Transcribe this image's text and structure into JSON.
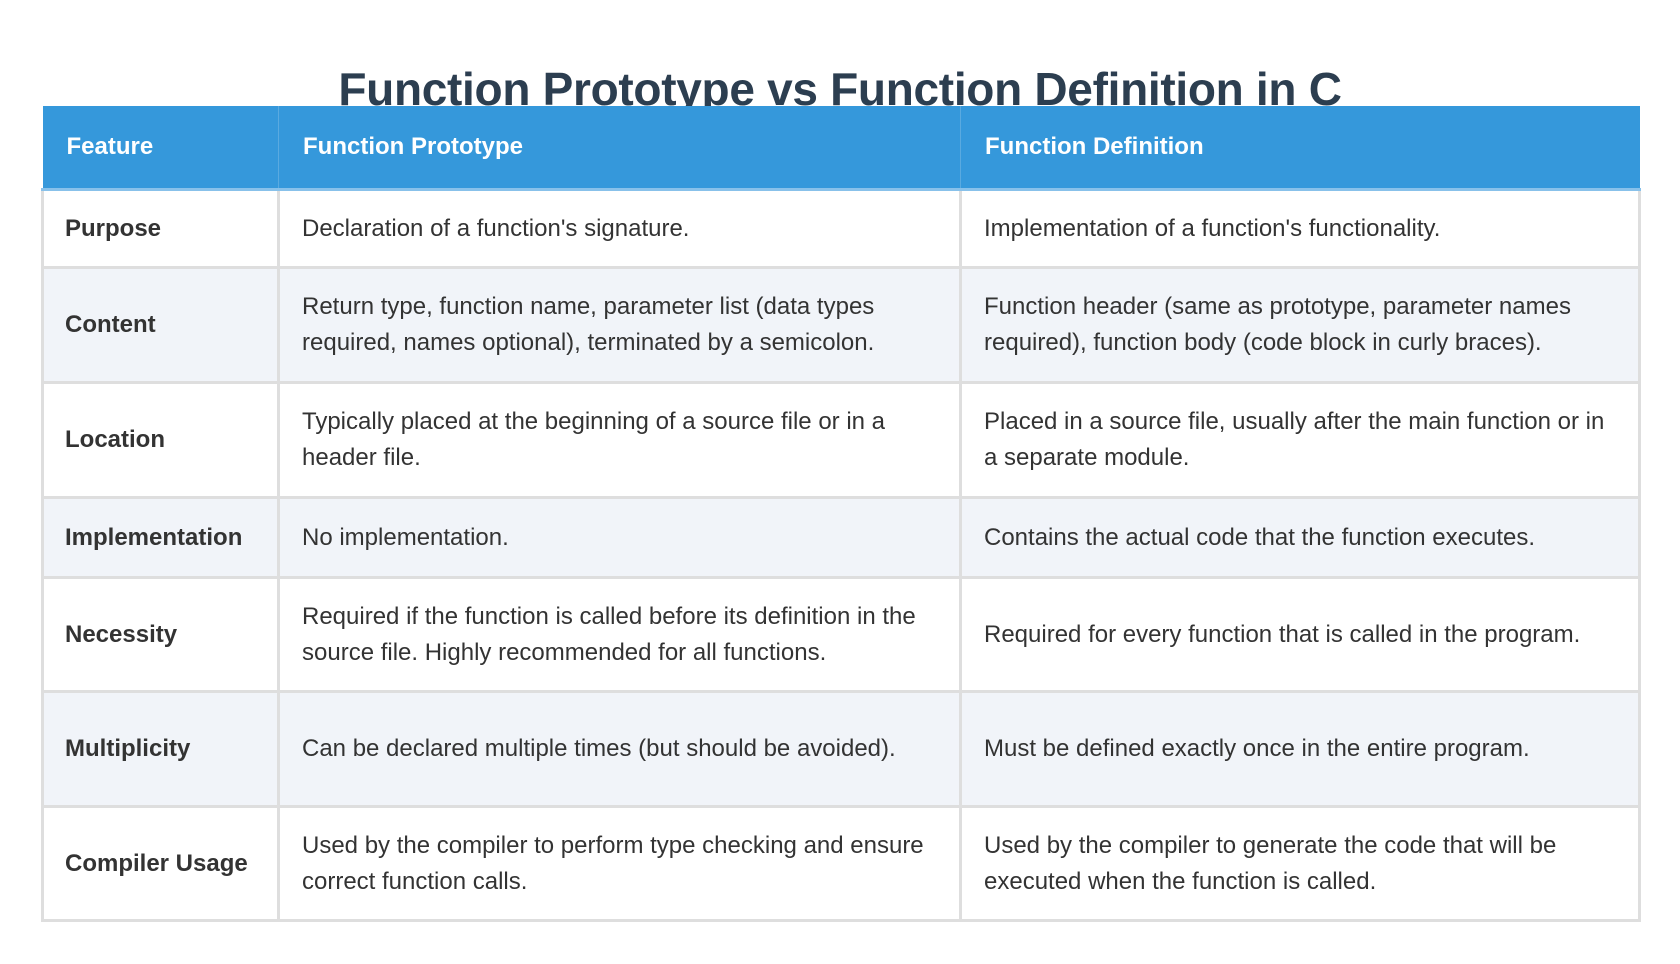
{
  "title": "Function Prototype vs Function Definition in C",
  "colors": {
    "header_bg": "#3598db",
    "header_text": "#ffffff",
    "title_text": "#2c3e50",
    "row_alt_bg": "#f1f4f9",
    "border": "#dedede"
  },
  "table": {
    "headers": [
      "Feature",
      "Function Prototype",
      "Function Definition"
    ],
    "rows": [
      {
        "feature": "Purpose",
        "prototype": "Declaration of a function's signature.",
        "definition": "Implementation of a function's functionality."
      },
      {
        "feature": "Content",
        "prototype": "Return type, function name, parameter list (data types required, names optional), terminated by a semicolon.",
        "definition": "Function header (same as prototype, parameter names required), function body (code block in curly braces)."
      },
      {
        "feature": "Location",
        "prototype": "Typically placed at the beginning of a source file or in a header file.",
        "definition": "Placed in a source file, usually after the main function or in a separate module."
      },
      {
        "feature": "Implementation",
        "prototype": "No implementation.",
        "definition": "Contains the actual code that the function executes."
      },
      {
        "feature": "Necessity",
        "prototype": "Required if the function is called before its definition in the source file. Highly recommended for all functions.",
        "definition": "Required for every function that is called in the program."
      },
      {
        "feature": "Multiplicity",
        "prototype": "Can be declared multiple times (but should be avoided).",
        "definition": "Must be defined exactly once in the entire program."
      },
      {
        "feature": "Compiler Usage",
        "prototype": "Used by the compiler to perform type checking and ensure correct function calls.",
        "definition": "Used by the compiler to generate the code that will be executed when the function is called."
      }
    ]
  }
}
